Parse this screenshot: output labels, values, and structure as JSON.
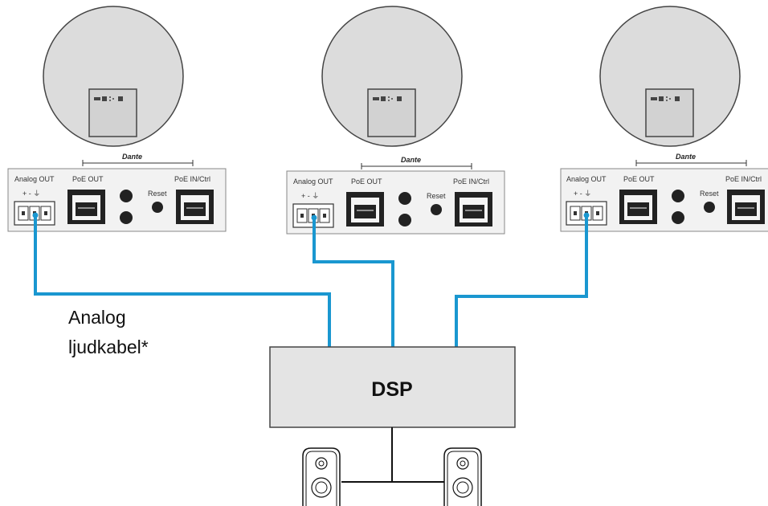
{
  "colors": {
    "cable": "#1a97d0",
    "mic_fill": "#dcdcdc",
    "panel_fill": "#f2f2f2",
    "dsp_fill": "#e4e4e4",
    "outline": "#444444"
  },
  "devices": [
    {
      "dante": "Dante",
      "analog_out": "Analog OUT",
      "poe_out": "PoE OUT",
      "poe_in": "PoE IN/Ctrl",
      "reset": "Reset",
      "pins": "+ - ⏚"
    },
    {
      "dante": "Dante",
      "analog_out": "Analog OUT",
      "poe_out": "PoE OUT",
      "poe_in": "PoE IN/Ctrl",
      "reset": "Reset",
      "pins": "+ - ⏚"
    },
    {
      "dante": "Dante",
      "analog_out": "Analog OUT",
      "poe_out": "PoE OUT",
      "poe_in": "PoE IN/Ctrl",
      "reset": "Reset",
      "pins": "+ - ⏚"
    }
  ],
  "caption": {
    "line1": "Analog",
    "line2": "ljudkabel*"
  },
  "dsp": {
    "label": "DSP"
  },
  "icons": [
    "ceiling-microphone-icon",
    "rj45-port-icon",
    "terminal-block-icon",
    "dante-logo-icon",
    "speaker-icon"
  ]
}
